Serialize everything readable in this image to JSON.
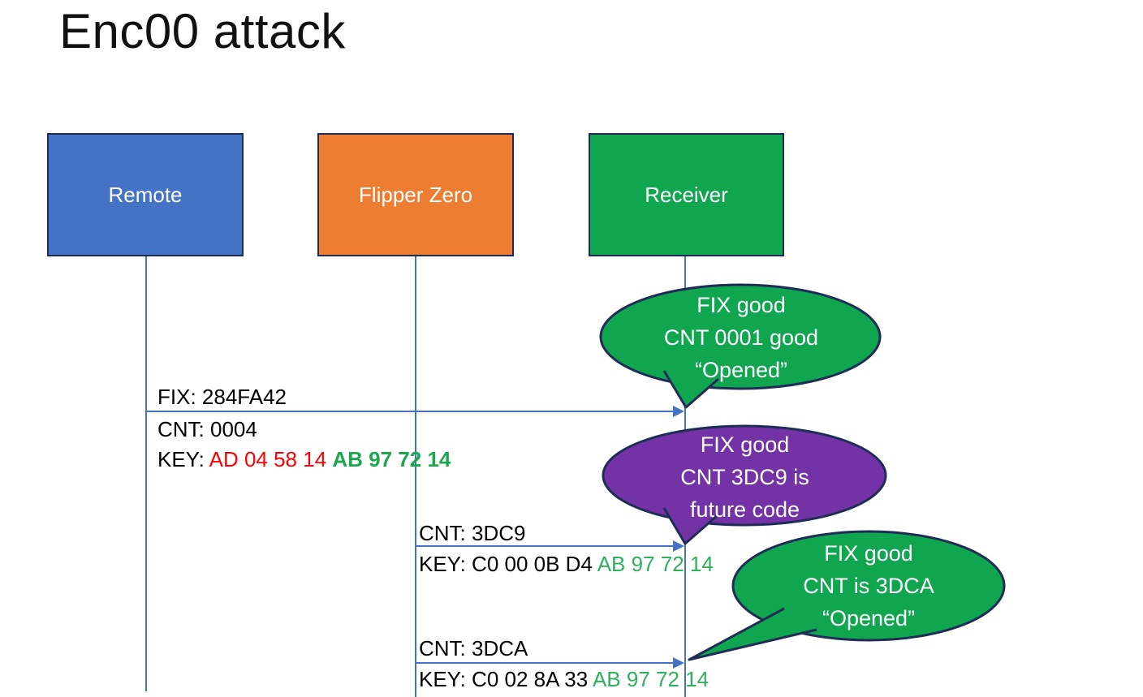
{
  "title": "Enc00 attack",
  "palette": {
    "remote_fill": "#4472C4",
    "flipper_fill": "#ED7D31",
    "receiver_fill": "#10A64F",
    "callout_green": "#10A64F",
    "callout_purple": "#7333A6",
    "outline_navy": "#1F2D56",
    "line_blue": "#4472C4",
    "key_red_text": "#FF0000",
    "key_green_bold_text": "#1CA64E",
    "key_green_text": "#2EB05C"
  },
  "actors": [
    {
      "label": "Remote"
    },
    {
      "label": "Flipper Zero"
    },
    {
      "label": "Receiver"
    }
  ],
  "messages": [
    {
      "fix": "FIX: 284FA42",
      "cnt": "CNT: 0004",
      "key_label": "KEY: ",
      "key_red": "AD 04 58 14 ",
      "key_green": "AB 97 72 14"
    },
    {
      "cnt": "CNT: 3DC9",
      "key_label": "KEY: ",
      "key_black": "C0 00 0B D4 ",
      "key_green": "AB 97 72 14"
    },
    {
      "cnt": "CNT: 3DCA",
      "key_label": "KEY: ",
      "key_black": "C0 02 8A 33 ",
      "key_green": "AB 97 72 14"
    }
  ],
  "callouts": [
    {
      "line1": "FIX good",
      "line2": "CNT 0001 good",
      "line3": "“Opened”"
    },
    {
      "line1": "FIX good",
      "line2": "CNT 3DC9 is",
      "line3": "future code"
    },
    {
      "line1": "FIX good",
      "line2": "CNT is 3DCA",
      "line3": "“Opened”"
    }
  ]
}
